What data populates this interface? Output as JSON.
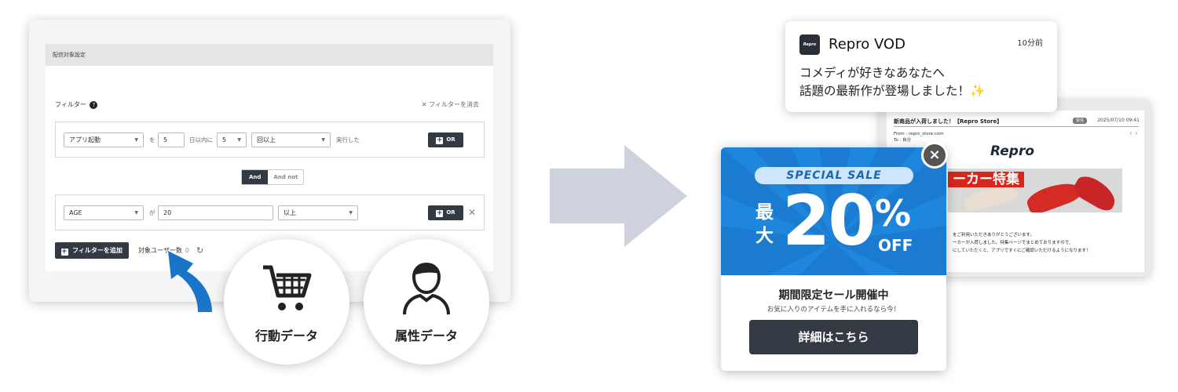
{
  "admin": {
    "section_title": "配信対象設定",
    "filter_label": "フィルター",
    "clear_filter": "フィルターを消去",
    "row1": {
      "event_select": "アプリ起動",
      "particle": "を",
      "count_value": "5",
      "days_label": "日以内に",
      "times_select": "5",
      "cond_select": "回以上",
      "suffix": "実行した",
      "or_label": "OR"
    },
    "logic": {
      "and": "And",
      "and_not": "And not"
    },
    "row2": {
      "attr_select": "AGE",
      "particle": "が",
      "value": "20",
      "cond_select": "以上",
      "or_label": "OR"
    },
    "add_filter": "フィルターを追加",
    "user_count_label": "対象ユーザー数",
    "user_count": "0"
  },
  "circles": {
    "behavior": "行動データ",
    "attribute": "属性データ"
  },
  "notification": {
    "logo_text": "Repro",
    "app_name": "Repro VOD",
    "time": "10分前",
    "line1": "コメディが好きなあなたへ",
    "line2": "話題の最新作が登場しました！✨"
  },
  "email": {
    "subject": "新商品が入荷しました！【Repro Store】",
    "tag": "受信",
    "date": "2025/07/10 09:41",
    "from": "From : repro_store.com",
    "to": "To : 自分",
    "brand": "Repro",
    "banner_text": "ーカー特集",
    "body1": "をご利用いただきありがとうございます。",
    "body2": "ーカーが入荷しました。特集ページでまとめておりますので、",
    "body3": "にしていただくと、アプリですぐにご確認いただけるようになります！"
  },
  "popup": {
    "sale_label": "SPECIAL SALE",
    "max_label": "最大",
    "discount": "20",
    "percent": "%",
    "off": "OFF",
    "period": "期間限定セール開催中",
    "subtitle": "お気に入りのアイテムを手に入れるなら今！",
    "detail_button": "詳細はこちら",
    "close": "×"
  },
  "colors": {
    "dark_button": "#343a43",
    "popup_blue": "#1a7bd0",
    "arrow_blue": "#1a74c9",
    "big_arrow": "#cdd2dc"
  }
}
